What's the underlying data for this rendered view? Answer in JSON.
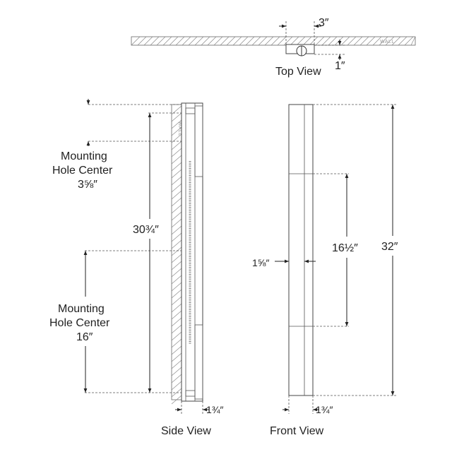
{
  "top_view": {
    "title": "Top View",
    "wall_label": "WALL",
    "dim_width": "3″",
    "dim_depth": "1″"
  },
  "side_view": {
    "title": "Side View",
    "wall_label": "WALL",
    "upper_mount_label_line1": "Mounting",
    "upper_mount_label_line2": "Hole Center",
    "upper_mount_value": "3⅝″",
    "lower_mount_label_line1": "Mounting",
    "lower_mount_label_line2": "Hole Center",
    "lower_mount_value": "16″",
    "dim_overall": "30¾″",
    "dim_depth": "1¾″"
  },
  "front_view": {
    "title": "Front View",
    "dim_overall": "32″",
    "dim_center": "16½″",
    "dim_width_narrow": "1⅝″",
    "dim_width": "1¾″"
  }
}
